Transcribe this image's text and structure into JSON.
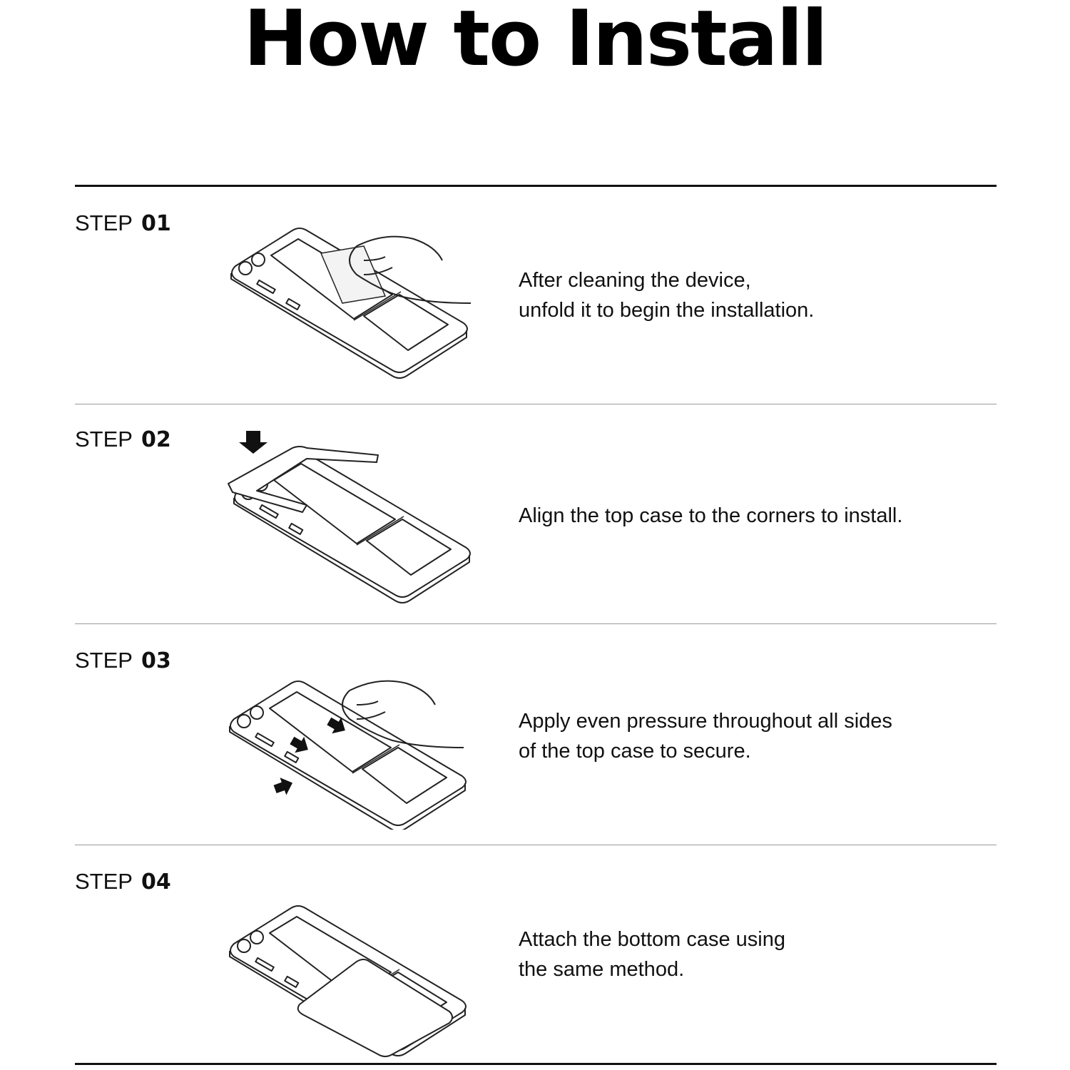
{
  "title": "How to Install",
  "steps": [
    {
      "prefix": "STEP",
      "number": "01",
      "lines": [
        "After cleaning the device,",
        "unfold it to begin the installation."
      ],
      "icon": "phone-cleaning-illustration"
    },
    {
      "prefix": "STEP",
      "number": "02",
      "lines": [
        "Align the top case to the corners to install."
      ],
      "icon": "top-case-align-illustration"
    },
    {
      "prefix": "STEP",
      "number": "03",
      "lines": [
        "Apply even pressure throughout all sides",
        "of the top case to secure."
      ],
      "icon": "press-top-case-illustration"
    },
    {
      "prefix": "STEP",
      "number": "04",
      "lines": [
        "Attach the bottom case using",
        "the same method."
      ],
      "icon": "bottom-case-attach-illustration"
    }
  ]
}
